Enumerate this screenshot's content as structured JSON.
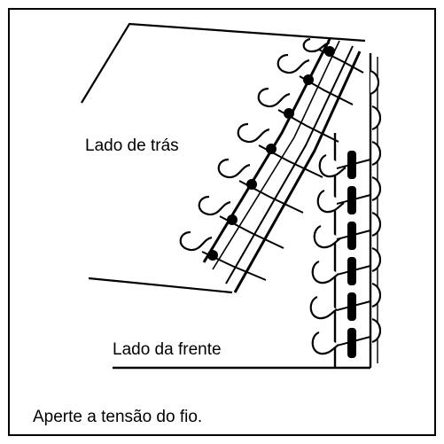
{
  "diagram": {
    "label_back": "Lado de trás",
    "label_front": "Lado da frente",
    "caption": "Aperte a tensão do fio.",
    "stroke_color": "#000000",
    "background_color": "#ffffff"
  }
}
